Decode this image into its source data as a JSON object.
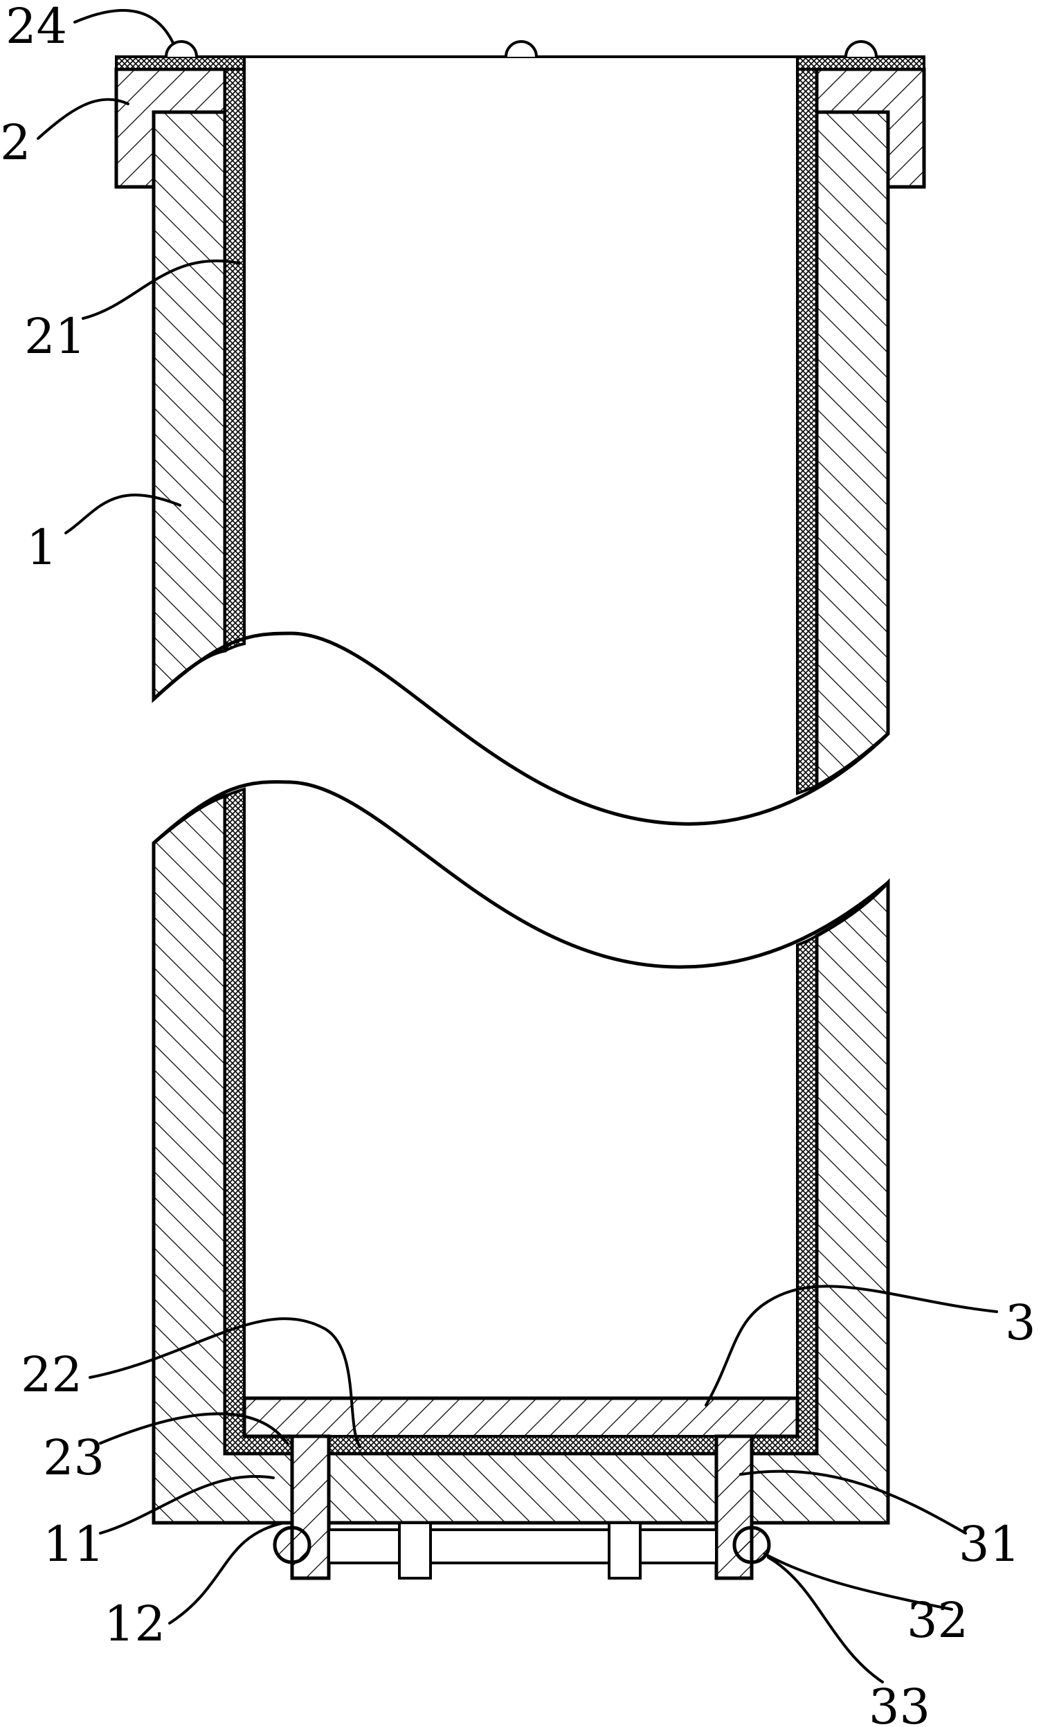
{
  "figure": {
    "labels": {
      "l24": "24",
      "l2": "2",
      "l21": "21",
      "l1": "1",
      "l3": "3",
      "l22": "22",
      "l23": "23",
      "l11": "11",
      "l12": "12",
      "l31": "31",
      "l32": "32",
      "l33": "33"
    }
  }
}
